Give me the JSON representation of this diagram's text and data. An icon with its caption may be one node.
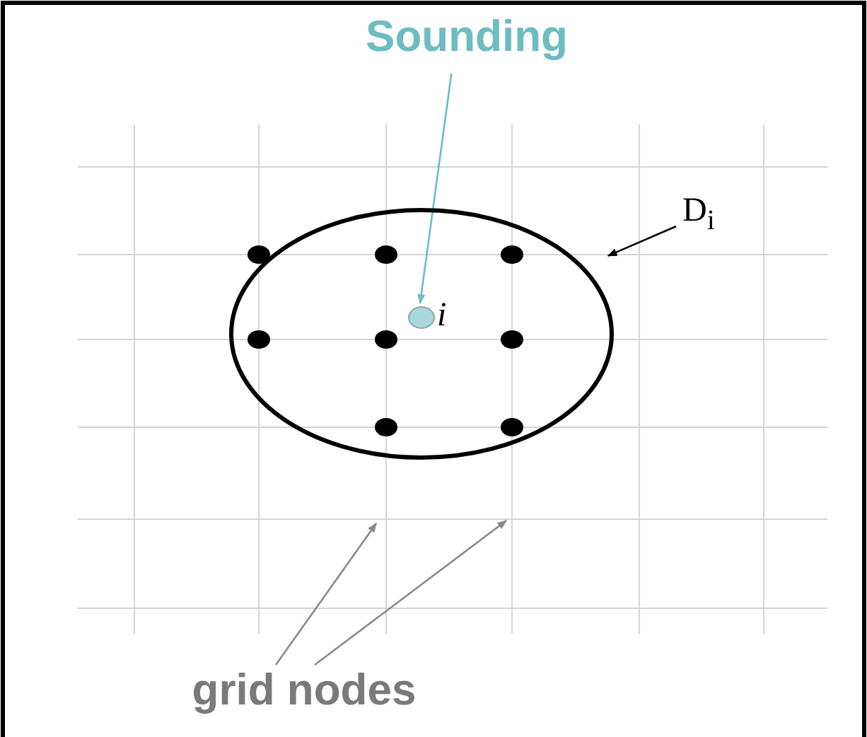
{
  "diagram": {
    "nodes": [
      {
        "text": [
          "Sounding"
        ]
      },
      {
        "text": [],
        "shape": "circle",
        "beside": [
          "i"
        ],
        "in": 3
      },
      {
        "text": [
          "D$_{i}$"
        ]
      },
      {
        "text": [],
        "shape": "ellipse"
      },
      {
        "text": [
          "grid nodes"
        ]
      }
    ],
    "edges": [
      {
        "from": 0,
        "to": 1,
        "arrow": "to",
        "color": "#6cbcc2"
      },
      {
        "from": 2,
        "to": 3,
        "arrow": "to",
        "color": "#000000"
      },
      {
        "from": 4,
        "to": null,
        "arrow": "to"
      },
      {
        "from": 4,
        "to": null,
        "arrow": "to"
      }
    ]
  }
}
